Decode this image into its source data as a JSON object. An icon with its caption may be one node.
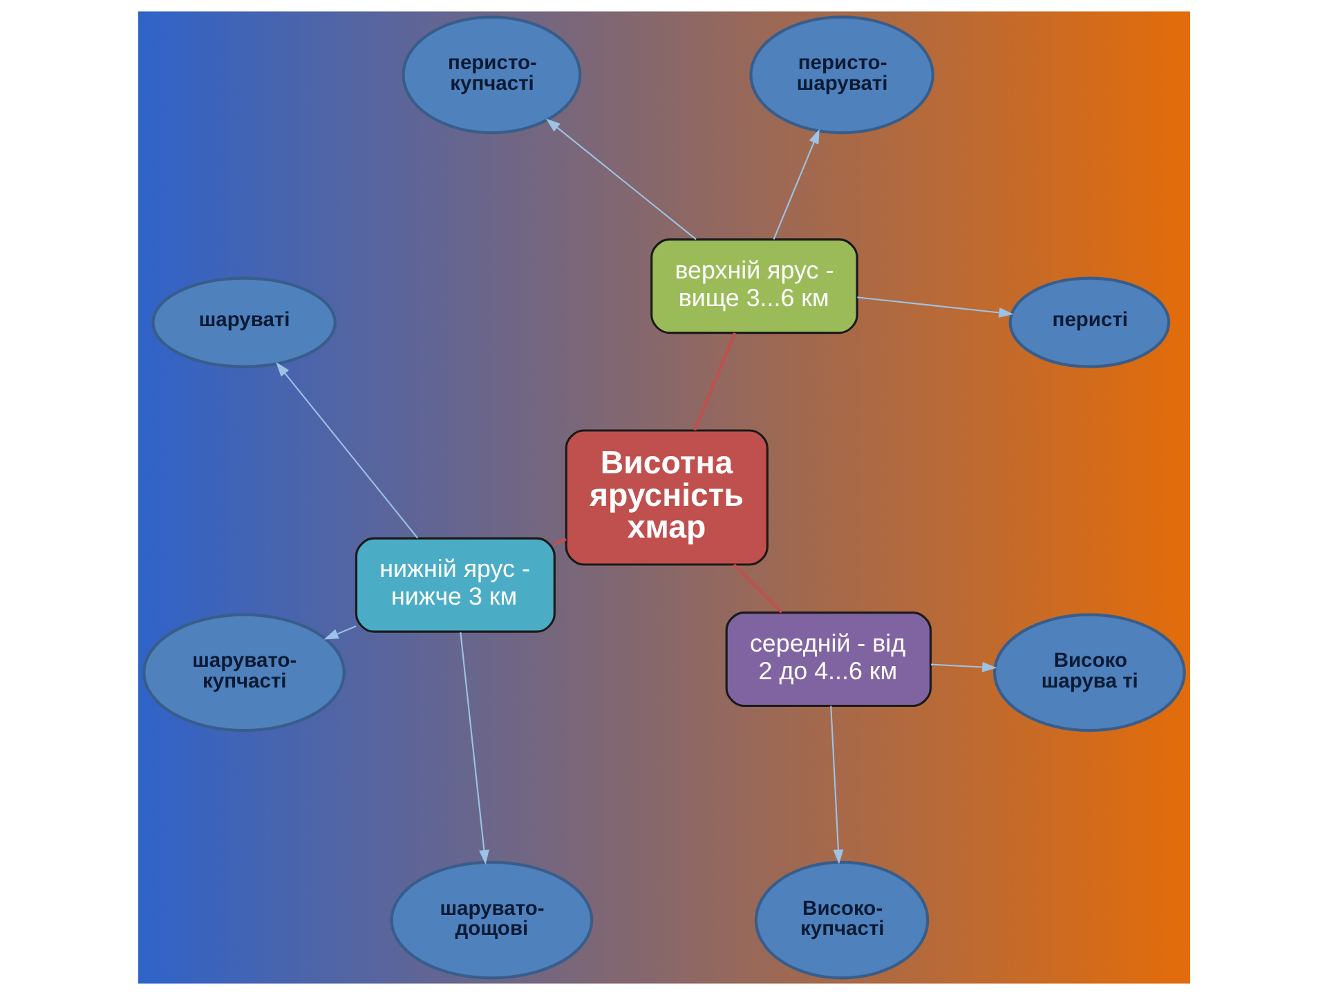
{
  "diagram": {
    "nodes": [
      {
        "text": [
          "перисті"
        ]
      },
      {
        "text": [
          "верхній ярус - вище 3...6 км"
        ]
      },
      {
        "text": [
          "шаруваті"
        ]
      },
      {
        "text": [
          "перисто-шаруваті"
        ]
      },
      {
        "text": [
          "шарувато-купчасті"
        ]
      },
      {
        "text": [
          "перисто-купчасті"
        ]
      },
      {
        "text": [
          "шарувато-дощові"
        ]
      },
      {
        "text": [
          "Висотна ярусність хмар"
        ]
      },
      {
        "text": [
          "нижній ярус - нижче 3 км"
        ]
      },
      {
        "text": [
          "середній - від 2 до 4...6 км"
        ]
      },
      {
        "text": [
          "Високо-купчасті"
        ]
      },
      {
        "text": [
          "Високо шарува ті"
        ]
      }
    ],
    "edges": [
      {
        "from": 7,
        "to": 1,
        "arrow": "none",
        "color": "#c0504d"
      },
      {
        "from": 7,
        "to": 8,
        "arrow": "none",
        "color": "#c0504d"
      },
      {
        "from": 7,
        "to": 9,
        "arrow": "none",
        "color": "#c0504d"
      },
      {
        "from": 1,
        "to": 0,
        "arrow": "to"
      },
      {
        "from": 1,
        "to": 3,
        "arrow": "to"
      },
      {
        "from": 1,
        "to": 5,
        "arrow": "to"
      },
      {
        "from": 8,
        "to": 2,
        "arrow": "to"
      },
      {
        "from": 8,
        "to": 4,
        "arrow": "to"
      },
      {
        "from": 8,
        "to": 6,
        "arrow": "to"
      },
      {
        "from": 9,
        "to": 10,
        "arrow": "to"
      },
      {
        "from": 9,
        "to": 11,
        "arrow": "to"
      }
    ]
  }
}
